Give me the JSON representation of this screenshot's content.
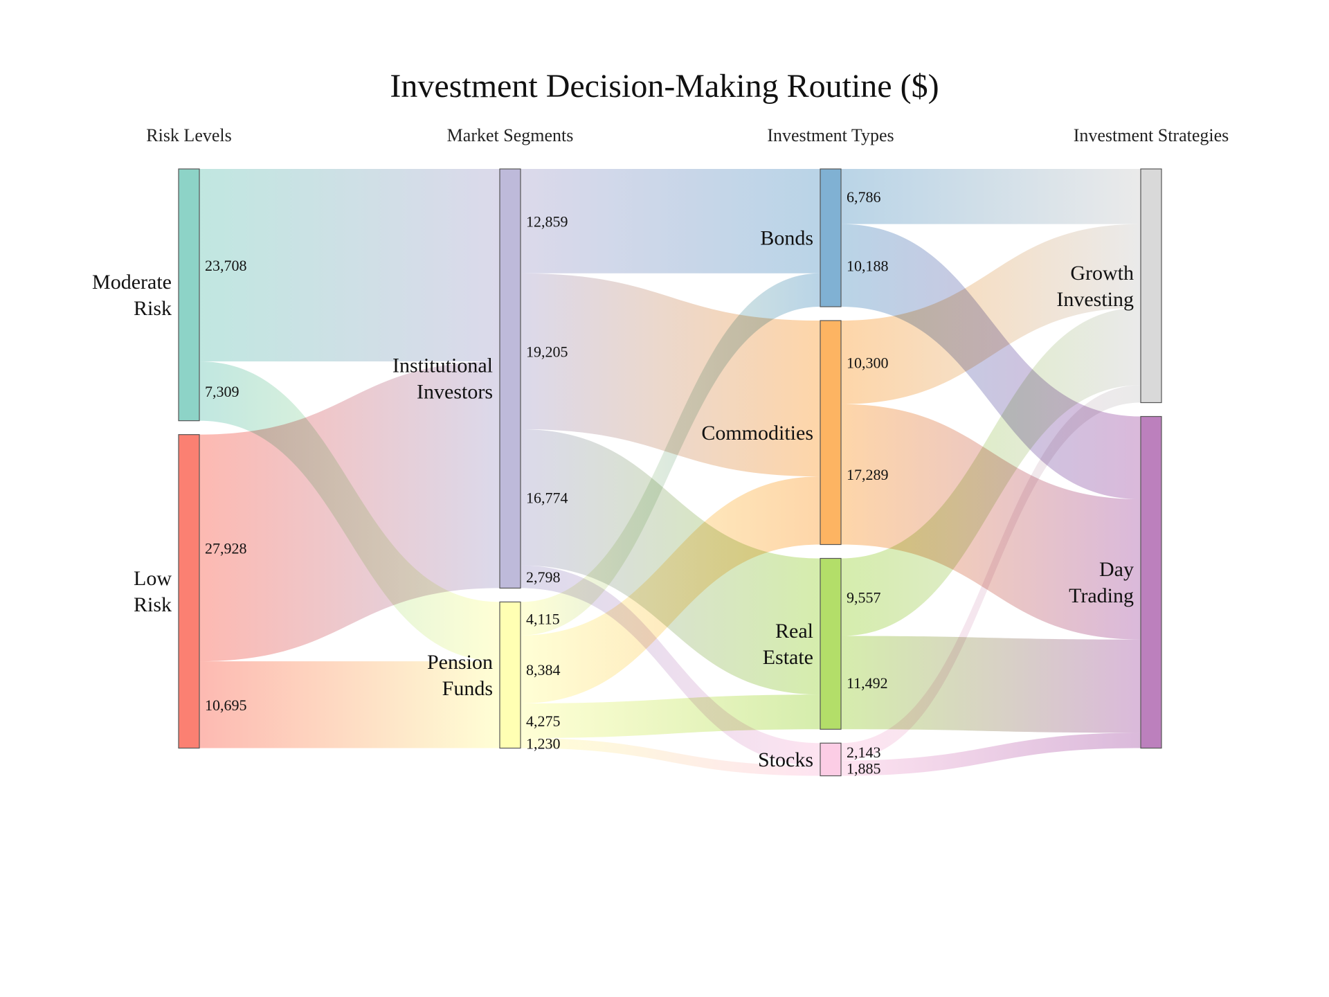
{
  "chart_data": {
    "type": "sankey",
    "title": "Investment Decision-Making Routine ($)",
    "columns": [
      "Risk Levels",
      "Market Segments",
      "Investment Types",
      "Investment Strategies"
    ],
    "nodes": [
      {
        "id": "moderate",
        "label": [
          "Moderate",
          "Risk"
        ],
        "column": 0,
        "color": "#8dd3c7"
      },
      {
        "id": "low",
        "label": [
          "Low",
          "Risk"
        ],
        "column": 0,
        "color": "#fb8072"
      },
      {
        "id": "institutional",
        "label": [
          "Institutional",
          "Investors"
        ],
        "column": 1,
        "color": "#bebada"
      },
      {
        "id": "pension",
        "label": [
          "Pension",
          "Funds"
        ],
        "column": 1,
        "color": "#ffffb3"
      },
      {
        "id": "bonds",
        "label": [
          "Bonds"
        ],
        "column": 2,
        "color": "#80b1d3"
      },
      {
        "id": "commodities",
        "label": [
          "Commodities"
        ],
        "column": 2,
        "color": "#fdb462"
      },
      {
        "id": "realestate",
        "label": [
          "Real",
          "Estate"
        ],
        "column": 2,
        "color": "#b3de69"
      },
      {
        "id": "stocks",
        "label": [
          "Stocks"
        ],
        "column": 2,
        "color": "#fccde5"
      },
      {
        "id": "growth",
        "label": [
          "Growth",
          "Investing"
        ],
        "column": 3,
        "color": "#d9d9d9"
      },
      {
        "id": "day",
        "label": [
          "Day",
          "Trading"
        ],
        "column": 3,
        "color": "#bc80bd"
      }
    ],
    "links": [
      {
        "source": "moderate",
        "target": "institutional",
        "value": 23708,
        "label": "23,708"
      },
      {
        "source": "moderate",
        "target": "pension",
        "value": 7309,
        "label": "7,309"
      },
      {
        "source": "low",
        "target": "institutional",
        "value": 27928,
        "label": "27,928"
      },
      {
        "source": "low",
        "target": "pension",
        "value": 10695,
        "label": "10,695"
      },
      {
        "source": "institutional",
        "target": "bonds",
        "value": 12859,
        "label": "12,859"
      },
      {
        "source": "institutional",
        "target": "commodities",
        "value": 19205,
        "label": "19,205"
      },
      {
        "source": "institutional",
        "target": "realestate",
        "value": 16774,
        "label": "16,774"
      },
      {
        "source": "institutional",
        "target": "stocks",
        "value": 2798,
        "label": "2,798"
      },
      {
        "source": "pension",
        "target": "bonds",
        "value": 4115,
        "label": "4,115"
      },
      {
        "source": "pension",
        "target": "commodities",
        "value": 8384,
        "label": "8,384"
      },
      {
        "source": "pension",
        "target": "realestate",
        "value": 4275,
        "label": "4,275"
      },
      {
        "source": "pension",
        "target": "stocks",
        "value": 1230,
        "label": "1,230"
      },
      {
        "source": "bonds",
        "target": "growth",
        "value": 6786,
        "label": "6,786"
      },
      {
        "source": "bonds",
        "target": "day",
        "value": 10188,
        "label": "10,188"
      },
      {
        "source": "commodities",
        "target": "growth",
        "value": 10300,
        "label": "10,300"
      },
      {
        "source": "commodities",
        "target": "day",
        "value": 17289,
        "label": "17,289"
      },
      {
        "source": "realestate",
        "target": "growth",
        "value": 9557,
        "label": "9,557"
      },
      {
        "source": "realestate",
        "target": "day",
        "value": 11492,
        "label": "11,492"
      },
      {
        "source": "stocks",
        "target": "growth",
        "value": 2143,
        "label": "2,143"
      },
      {
        "source": "stocks",
        "target": "day",
        "value": 1885,
        "label": "1,885"
      }
    ]
  }
}
